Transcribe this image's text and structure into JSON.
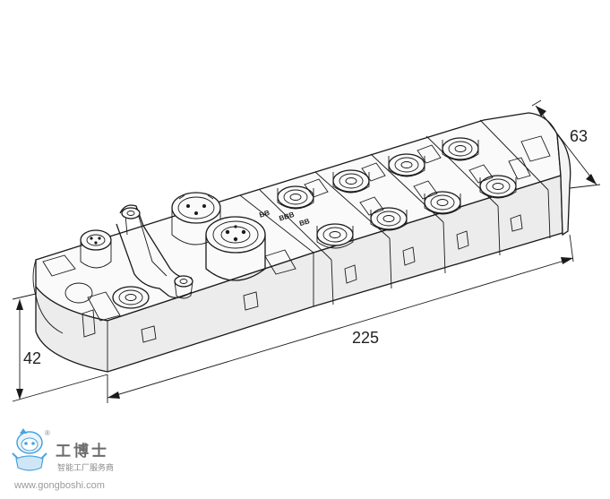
{
  "dimensions": {
    "height_label": "42",
    "length_label": "225",
    "width_label": "63"
  },
  "led_labels": [
    "BB",
    "BBB",
    "BB"
  ],
  "watermark": {
    "brand": "工博士",
    "tagline": "智能工厂服务商",
    "url": "www.gongboshi.com",
    "registered_mark": "®"
  },
  "colors": {
    "line": "#1a1a1a",
    "watermark_blue": "#4aa3df",
    "watermark_text": "#6b6b6b"
  }
}
